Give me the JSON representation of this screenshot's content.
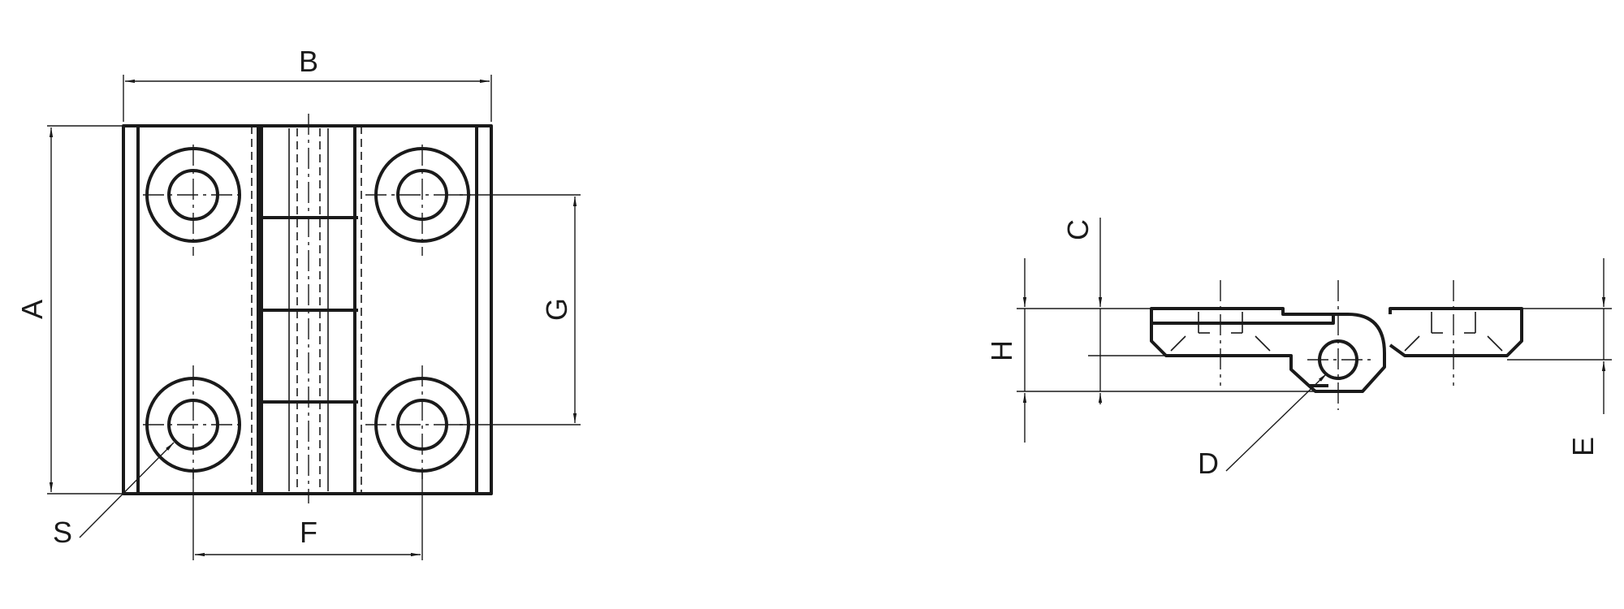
{
  "labels": {
    "A": "A",
    "B": "B",
    "C": "C",
    "D": "D",
    "E": "E",
    "F": "F",
    "G": "G",
    "H": "H",
    "S": "S"
  }
}
